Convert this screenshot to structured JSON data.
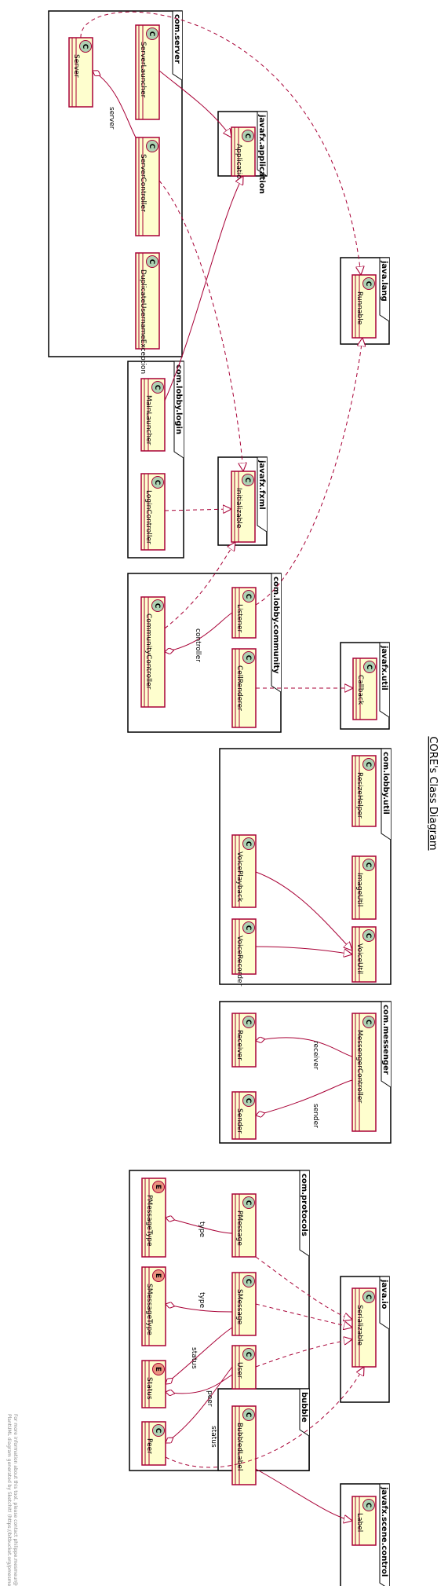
{
  "title": "CORE's Class Diagram",
  "footer": [
    "PlantUML diagram generated by SketchIt! (https://bitbucket.org/pmesmeur/sketch.it)",
    "For more information about this tool, please contact philippe.mesmeur@gmail.com"
  ],
  "colors": {
    "package_border": "#000000",
    "class_fill": "#FEFECE",
    "class_border": "#A80036",
    "class_badge": "#ADD1B2",
    "enum_badge": "#EB937F",
    "relation": "#A80036"
  },
  "packages": [
    {
      "name": "com.server",
      "classes": [
        {
          "name": "Server",
          "kind": "C"
        },
        {
          "name": "ServerLauncher",
          "kind": "C"
        },
        {
          "name": "ServerController",
          "kind": "C"
        },
        {
          "name": "DuplicateUsernameException",
          "kind": "C"
        }
      ]
    },
    {
      "name": "javafx.application",
      "classes": [
        {
          "name": "Application",
          "kind": "C"
        }
      ]
    },
    {
      "name": "java.lang",
      "classes": [
        {
          "name": "Runnable",
          "kind": "C"
        }
      ]
    },
    {
      "name": "com.lobby.login",
      "classes": [
        {
          "name": "MainLauncher",
          "kind": "C"
        },
        {
          "name": "LoginController",
          "kind": "C"
        }
      ]
    },
    {
      "name": "javafx.fxml",
      "classes": [
        {
          "name": "Initializable",
          "kind": "C"
        }
      ]
    },
    {
      "name": "com.lobby.community",
      "classes": [
        {
          "name": "CommunityController",
          "kind": "C"
        },
        {
          "name": "Listener",
          "kind": "C"
        },
        {
          "name": "CellRenderer",
          "kind": "C"
        }
      ]
    },
    {
      "name": "javafx.util",
      "classes": [
        {
          "name": "Callback",
          "kind": "C"
        }
      ]
    },
    {
      "name": "com.lobby.util",
      "classes": [
        {
          "name": "ResizeHelper",
          "kind": "C"
        },
        {
          "name": "VoicePlayback",
          "kind": "C"
        },
        {
          "name": "ImageUtil",
          "kind": "C"
        },
        {
          "name": "VoiceRecorder",
          "kind": "C"
        },
        {
          "name": "VoiceUtil",
          "kind": "C"
        }
      ]
    },
    {
      "name": "com.messenger",
      "classes": [
        {
          "name": "Receiver",
          "kind": "C"
        },
        {
          "name": "MessengerController",
          "kind": "C"
        },
        {
          "name": "Sender",
          "kind": "C"
        }
      ]
    },
    {
      "name": "com.protocols",
      "classes": [
        {
          "name": "PMessageType",
          "kind": "E"
        },
        {
          "name": "PMessage",
          "kind": "C"
        },
        {
          "name": "SMessageType",
          "kind": "E"
        },
        {
          "name": "SMessage",
          "kind": "C"
        },
        {
          "name": "Status",
          "kind": "E"
        },
        {
          "name": "User",
          "kind": "C"
        },
        {
          "name": "Peer",
          "kind": "C"
        }
      ]
    },
    {
      "name": "java.io",
      "classes": [
        {
          "name": "Serializable",
          "kind": "C"
        }
      ]
    },
    {
      "name": "bubble",
      "classes": [
        {
          "name": "BubbledLabel",
          "kind": "C"
        }
      ]
    },
    {
      "name": "javafx.scene.control",
      "classes": [
        {
          "name": "Label",
          "kind": "C"
        }
      ]
    }
  ],
  "relation_labels": {
    "server": "server",
    "controller": "controller",
    "receiver": "receiver",
    "sender": "sender",
    "type": "type",
    "status": "status",
    "peer": "peer"
  }
}
